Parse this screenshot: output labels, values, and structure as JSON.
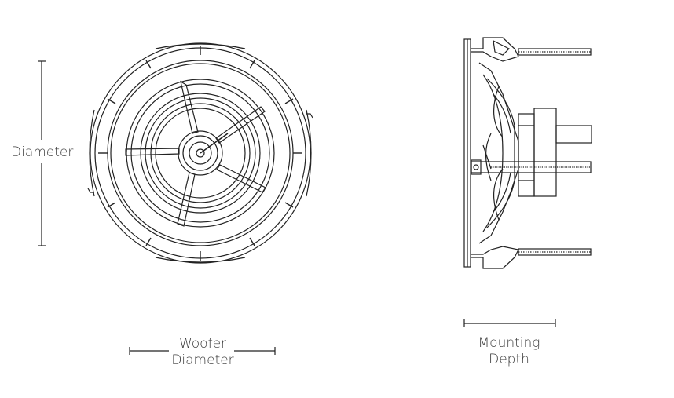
{
  "labels": {
    "diameter": "Diameter",
    "woofer_line1": "Woofer",
    "woofer_line2": "Diameter",
    "depth_line1": "Mounting",
    "depth_line2": "Depth"
  }
}
